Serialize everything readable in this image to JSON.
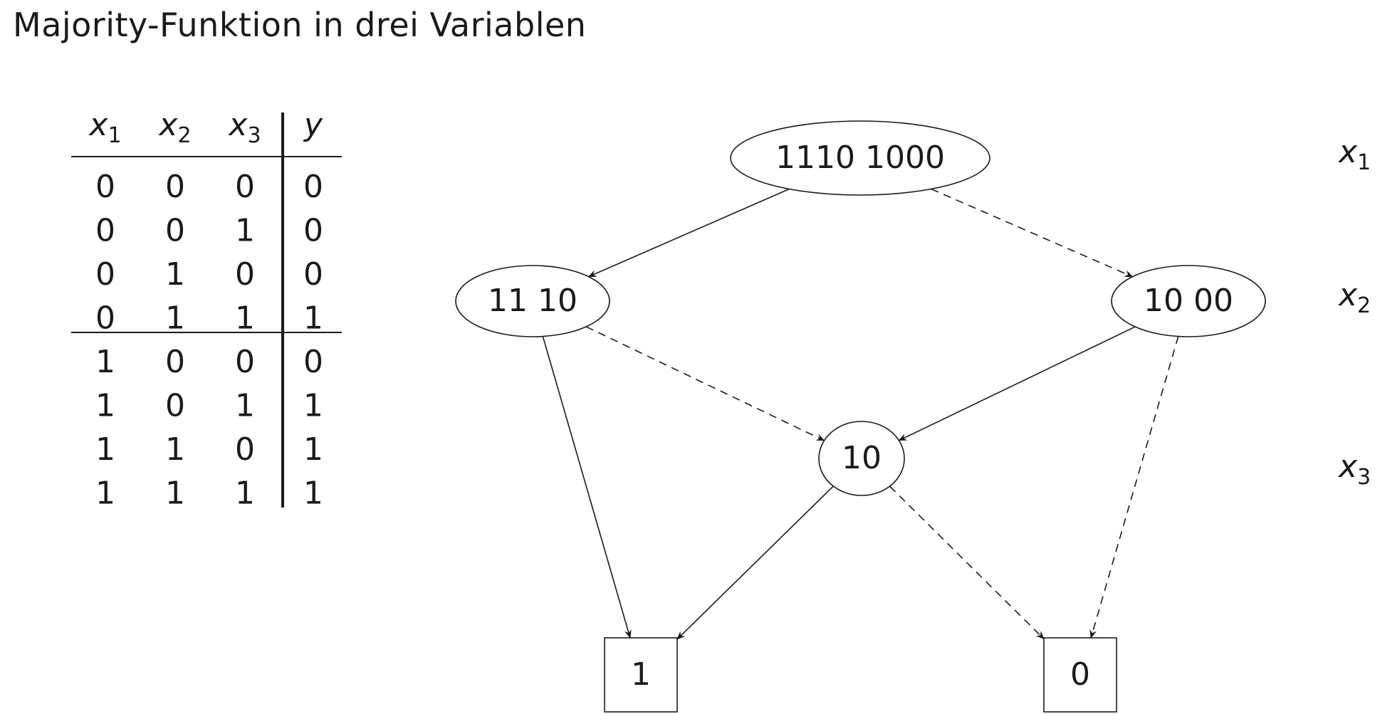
{
  "title": "Majority-Funktion in drei Variablen",
  "truth_table": {
    "headers": [
      {
        "var": "x",
        "sub": "1"
      },
      {
        "var": "x",
        "sub": "2"
      },
      {
        "var": "x",
        "sub": "3"
      },
      {
        "var": "y",
        "sub": ""
      }
    ],
    "rows": [
      [
        "0",
        "0",
        "0",
        "0"
      ],
      [
        "0",
        "0",
        "1",
        "0"
      ],
      [
        "0",
        "1",
        "0",
        "0"
      ],
      [
        "0",
        "1",
        "1",
        "1"
      ],
      [
        "1",
        "0",
        "0",
        "0"
      ],
      [
        "1",
        "0",
        "1",
        "1"
      ],
      [
        "1",
        "1",
        "0",
        "1"
      ],
      [
        "1",
        "1",
        "1",
        "1"
      ]
    ]
  },
  "diagram": {
    "nodes": [
      {
        "id": "root",
        "label": "1110 1000",
        "shape": "ellipse",
        "level": "x1"
      },
      {
        "id": "left",
        "label": "11 10",
        "shape": "ellipse",
        "level": "x2"
      },
      {
        "id": "right",
        "label": "10 00",
        "shape": "ellipse",
        "level": "x2"
      },
      {
        "id": "mid",
        "label": "10",
        "shape": "ellipse",
        "level": "x3"
      },
      {
        "id": "one",
        "label": "1",
        "shape": "box",
        "level": "terminal"
      },
      {
        "id": "zero",
        "label": "0",
        "shape": "box",
        "level": "terminal"
      }
    ],
    "edges": [
      {
        "from": "root",
        "to": "left",
        "style": "solid"
      },
      {
        "from": "root",
        "to": "right",
        "style": "dashed"
      },
      {
        "from": "left",
        "to": "one",
        "style": "solid"
      },
      {
        "from": "left",
        "to": "mid",
        "style": "dashed"
      },
      {
        "from": "right",
        "to": "mid",
        "style": "solid"
      },
      {
        "from": "right",
        "to": "zero",
        "style": "dashed"
      },
      {
        "from": "mid",
        "to": "one",
        "style": "solid"
      },
      {
        "from": "mid",
        "to": "zero",
        "style": "dashed"
      }
    ],
    "level_labels": [
      {
        "level": "x1",
        "var": "x",
        "sub": "1"
      },
      {
        "level": "x2",
        "var": "x",
        "sub": "2"
      },
      {
        "level": "x3",
        "var": "x",
        "sub": "3"
      }
    ]
  }
}
